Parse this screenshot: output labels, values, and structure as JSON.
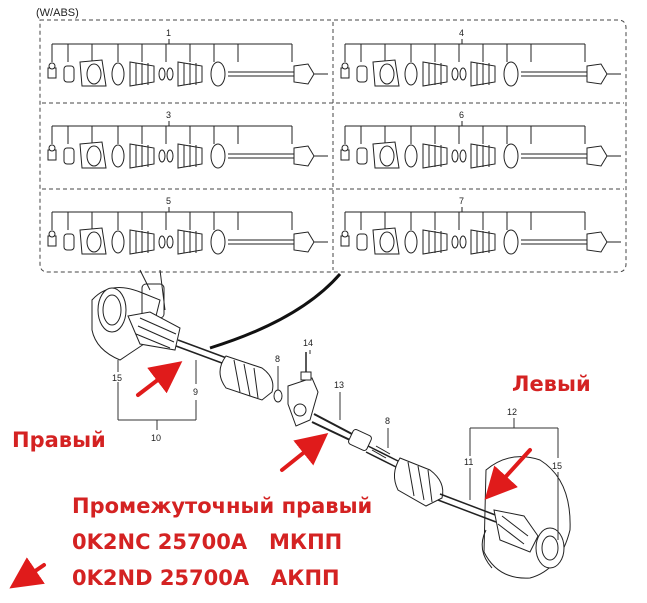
{
  "header_label": "(W/ABS)",
  "panels": [
    {
      "num": "1"
    },
    {
      "num": "4"
    },
    {
      "num": "3"
    },
    {
      "num": "6"
    },
    {
      "num": "5"
    },
    {
      "num": "7"
    }
  ],
  "callouts": {
    "c15a": "15",
    "c9": "9",
    "c10": "10",
    "c8a": "8",
    "c14": "14",
    "c13": "13",
    "c8b": "8",
    "c12": "12",
    "c11": "11",
    "c15b": "15"
  },
  "annotations": {
    "left": "Левый",
    "right": "Правый",
    "intermediate": "Промежуточный правый",
    "mkpp": "0K2NC 25700A   МКПП",
    "akpp": "0K2ND 25700A   АКПП"
  },
  "colors": {
    "arrow": "#e01b1b",
    "text_red": "#d42222",
    "line": "#222222",
    "dash": "#444444"
  }
}
